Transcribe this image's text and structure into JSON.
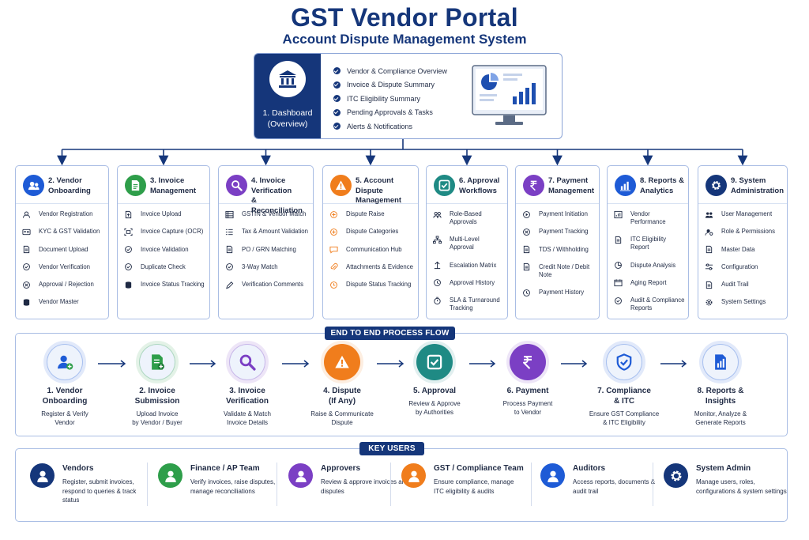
{
  "header": {
    "title": "GST Vendor Portal",
    "subtitle": "Account Dispute Management System"
  },
  "dashboard": {
    "label_line1": "1. Dashboard",
    "label_line2": "(Overview)",
    "items": [
      "Vendor & Compliance Overview",
      "Invoice & Dispute Summary",
      "ITC Eligibility Summary",
      "Pending Approvals & Tasks",
      "Alerts & Notifications"
    ]
  },
  "modules": [
    {
      "title_line1": "2. Vendor",
      "title_line2": "Onboarding",
      "icon": "users-icon",
      "color": "#1e5bd6",
      "items": [
        "Vendor Registration",
        "KYC & GST Validation",
        "Document Upload",
        "Vendor Verification",
        "Approval / Rejection",
        "Vendor Master"
      ]
    },
    {
      "title_line1": "3. Invoice",
      "title_line2": "Management",
      "icon": "document-icon",
      "color": "#2e9e4a",
      "items": [
        "Invoice Upload",
        "Invoice Capture (OCR)",
        "Invoice Validation",
        "Duplicate Check",
        "Invoice Status Tracking"
      ]
    },
    {
      "title_line1": "4. Invoice Verification",
      "title_line2": "& Reconciliation",
      "icon": "search-icon",
      "color": "#7b3fc4",
      "items": [
        "GSTIN & Vendor Match",
        "Tax & Amount Validation",
        "PO / GRN Matching",
        "3-Way Match",
        "Verification Comments"
      ]
    },
    {
      "title_line1": "5. Account Dispute",
      "title_line2": "Management",
      "icon": "warning-icon",
      "color": "#f07d1c",
      "items": [
        "Dispute Raise",
        "Dispute Categories",
        "Communication Hub",
        "Attachments & Evidence",
        "Dispute Status Tracking"
      ]
    },
    {
      "title_line1": "6. Approval",
      "title_line2": "Workflows",
      "icon": "checkbox-icon",
      "color": "#1f8a84",
      "items": [
        "Role-Based Approvals",
        "Multi-Level Approval",
        "Escalation Matrix",
        "Approval History",
        "SLA & Turnaround Tracking"
      ]
    },
    {
      "title_line1": "7. Payment",
      "title_line2": "Management",
      "icon": "rupee-icon",
      "color": "#7b3fc4",
      "items": [
        "Payment Initiation",
        "Payment Tracking",
        "TDS / Withholding",
        "Credit Note / Debit Note",
        "Payment History"
      ]
    },
    {
      "title_line1": "8. Reports &",
      "title_line2": "Analytics",
      "icon": "bar-chart-icon",
      "color": "#1e5bd6",
      "items": [
        "Vendor Performance",
        "ITC Eligibility Report",
        "Dispute Analysis",
        "Aging Report",
        "Audit & Compliance Reports"
      ]
    },
    {
      "title_line1": "9. System",
      "title_line2": "Administration",
      "icon": "gear-icon",
      "color": "#15367a",
      "items": [
        "User Management",
        "Role & Permissions",
        "Master Data",
        "Configuration",
        "Audit Trail",
        "System Settings"
      ]
    }
  ],
  "flow": {
    "heading": "END TO END PROCESS FLOW",
    "steps": [
      {
        "title_line1": "1. Vendor",
        "title_line2": "Onboarding",
        "desc_line1": "Register & Verify",
        "desc_line2": "Vendor",
        "icon": "user-add-icon",
        "color": "#1e5bd6"
      },
      {
        "title_line1": "2. Invoice",
        "title_line2": "Submission",
        "desc_line1": "Upload Invoice",
        "desc_line2": "by Vendor / Buyer",
        "icon": "document-add-icon",
        "color": "#2e9e4a"
      },
      {
        "title_line1": "3. Invoice",
        "title_line2": "Verification",
        "desc_line1": "Validate & Match",
        "desc_line2": "Invoice Details",
        "icon": "search-icon",
        "color": "#7b3fc4"
      },
      {
        "title_line1": "4. Dispute",
        "title_line2": "(If Any)",
        "desc_line1": "Raise & Communicate",
        "desc_line2": "Dispute",
        "icon": "warning-icon",
        "color": "#f07d1c"
      },
      {
        "title_line1": "5. Approval",
        "title_line2": "",
        "desc_line1": "Review & Approve",
        "desc_line2": "by Authorities",
        "icon": "checkbox-icon",
        "color": "#1f8a84"
      },
      {
        "title_line1": "6. Payment",
        "title_line2": "",
        "desc_line1": "Process Payment",
        "desc_line2": "to Vendor",
        "icon": "rupee-icon",
        "color": "#7b3fc4"
      },
      {
        "title_line1": "7. Compliance",
        "title_line2": "& ITC",
        "desc_line1": "Ensure GST Compliance",
        "desc_line2": "& ITC Eligibility",
        "icon": "shield-icon",
        "color": "#1e5bd6"
      },
      {
        "title_line1": "8. Reports &",
        "title_line2": "Insights",
        "desc_line1": "Monitor, Analyze &",
        "desc_line2": "Generate Reports",
        "icon": "report-icon",
        "color": "#1e5bd6"
      }
    ]
  },
  "users": {
    "heading": "KEY USERS",
    "list": [
      {
        "name": "Vendors",
        "desc": "Register, submit invoices, respond to queries & track status",
        "icon": "person-icon",
        "color": "#15367a"
      },
      {
        "name": "Finance / AP Team",
        "desc": "Verify invoices, raise disputes, manage reconciliations",
        "icon": "person-icon",
        "color": "#2e9e4a"
      },
      {
        "name": "Approvers",
        "desc": "Review & approve invoices and disputes",
        "icon": "person-icon",
        "color": "#7b3fc4"
      },
      {
        "name": "GST / Compliance Team",
        "desc": "Ensure compliance, manage ITC eligibility & audits",
        "icon": "person-icon",
        "color": "#f07d1c"
      },
      {
        "name": "Auditors",
        "desc": "Access reports, documents & audit trail",
        "icon": "person-icon",
        "color": "#1e5bd6"
      },
      {
        "name": "System Admin",
        "desc": "Manage users, roles, configurations & system settings",
        "icon": "gear-icon",
        "color": "#15367a"
      }
    ]
  }
}
